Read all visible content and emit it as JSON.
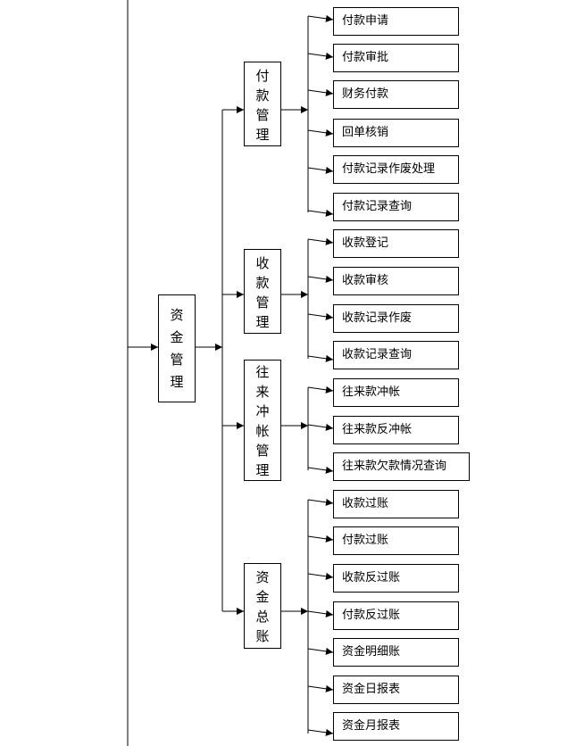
{
  "root": {
    "label": "资金管理"
  },
  "groups": [
    {
      "label": "付款管理",
      "items": [
        "付款申请",
        "付款审批",
        "财务付款",
        "回单核销",
        "付款记录作废处理",
        "付款记录查询"
      ]
    },
    {
      "label": "收款管理",
      "items": [
        "收款登记",
        "收款审核",
        "收款记录作废",
        "收款记录查询"
      ]
    },
    {
      "label": "往来冲帐管理",
      "items": [
        "往来款冲帐",
        "往来款反冲帐",
        "往来款欠款情况查询"
      ]
    },
    {
      "label": "资金总账",
      "items": [
        "收款过账",
        "付款过账",
        "收款反过账",
        "付款反过账",
        "资金明细账",
        "资金日报表",
        "资金月报表"
      ]
    }
  ]
}
